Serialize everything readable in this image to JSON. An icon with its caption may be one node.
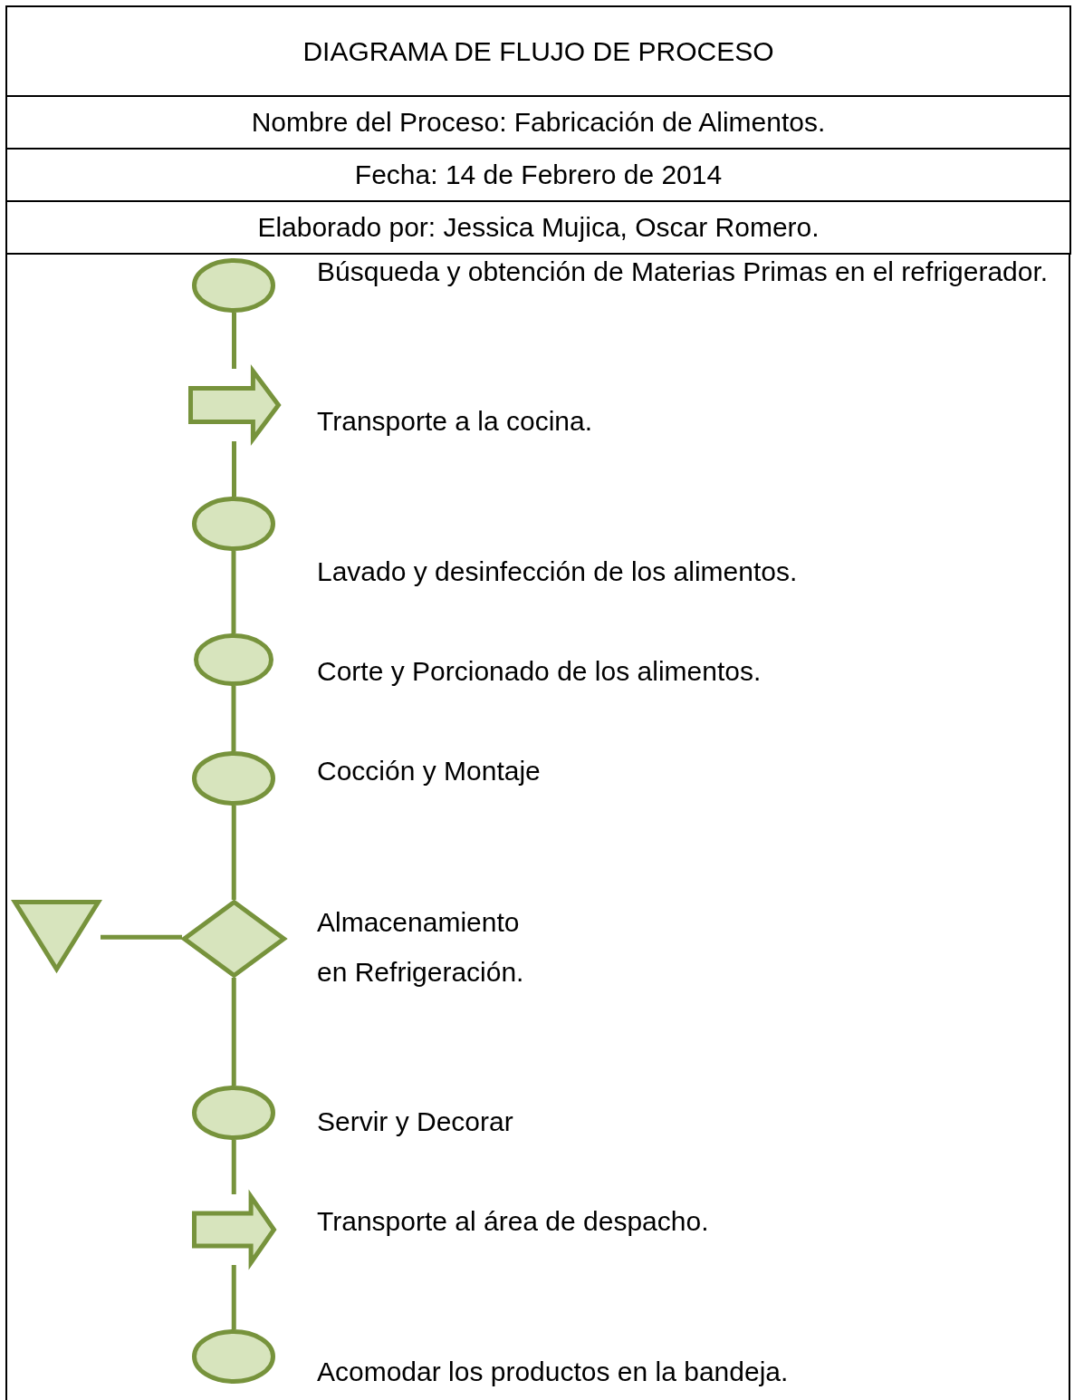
{
  "diagram": {
    "title": "DIAGRAMA DE FLUJO DE PROCESO",
    "labels": [
      "Nombre del Proceso: Fabricación de Alimentos.",
      "Fecha: 14 de Febrero de 2014",
      "Elaborado por: Jessica Mujica, Oscar Romero."
    ],
    "nodes": [
      {
        "text": [],
        "shape": "ellipse",
        "beside": [
          "Búsqueda y obtención de Materias Primas en el refrigerador."
        ]
      },
      {
        "text": [],
        "shape": "arrow",
        "beside": [
          "Transporte a la cocina."
        ]
      },
      {
        "text": [],
        "shape": "ellipse",
        "beside": [
          "Lavado y desinfección de los alimentos."
        ]
      },
      {
        "text": [],
        "shape": "ellipse",
        "beside": [
          "Corte y Porcionado de los alimentos."
        ]
      },
      {
        "text": [],
        "shape": "ellipse",
        "beside": [
          "Cocción y Montaje"
        ]
      },
      {
        "text": [],
        "shape": "triangle"
      },
      {
        "text": [],
        "shape": "diamond",
        "beside": [
          "Almacenamiento en Refrigeración."
        ]
      },
      {
        "text": [],
        "shape": "ellipse",
        "beside": [
          "Servir y Decorar"
        ]
      },
      {
        "text": [],
        "shape": "arrow",
        "beside": [
          "Transporte al área de despacho."
        ]
      },
      {
        "text": [],
        "shape": "ellipse",
        "beside": [
          "Acomodar los productos en la bandeja."
        ]
      }
    ],
    "edges": [
      {
        "from": 0,
        "to": 1,
        "arrow": "none"
      },
      {
        "from": 1,
        "to": 2,
        "arrow": "none"
      },
      {
        "from": 2,
        "to": 3,
        "arrow": "none"
      },
      {
        "from": 3,
        "to": 4,
        "arrow": "none"
      },
      {
        "from": 4,
        "to": 6,
        "arrow": "none"
      },
      {
        "from": 6,
        "to": 5,
        "arrow": "none"
      },
      {
        "from": 6,
        "to": 7,
        "arrow": "none"
      },
      {
        "from": 7,
        "to": 8,
        "arrow": "none"
      },
      {
        "from": 8,
        "to": 9,
        "arrow": "none"
      }
    ]
  }
}
